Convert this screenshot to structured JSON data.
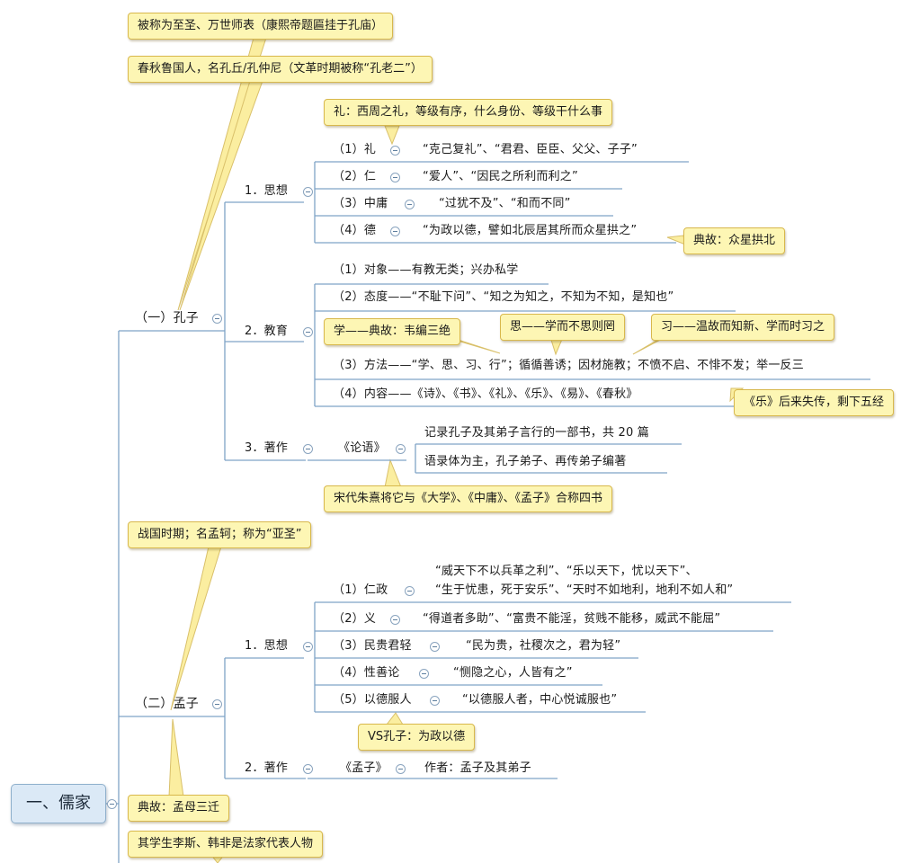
{
  "root": {
    "label": "一、儒家"
  },
  "kongzi": {
    "label": "（一）孔子",
    "notes": [
      "被称为至圣、万世师表（康熙帝题匾挂于孔庙）",
      "春秋鲁国人，名孔丘/孔仲尼（文革时期被称“孔老二”）"
    ],
    "sixiang": {
      "label": "1．思想",
      "note": "礼：西周之礼，等级有序，什么身份、等级干什么事",
      "items": [
        {
          "label": "（1）礼",
          "quote": "“克己复礼”、“君君、臣臣、父父、子子”"
        },
        {
          "label": "（2）仁",
          "quote": "“爱人”、“因民之所利而利之”"
        },
        {
          "label": "（3）中庸",
          "quote": "“过犹不及”、“和而不同”"
        },
        {
          "label": "（4）德",
          "quote": "“为政以德，譬如北辰居其所而众星拱之”"
        }
      ],
      "de_note": "典故：众星拱北"
    },
    "jiaoyu": {
      "label": "2．教育",
      "items": [
        "（1）对象——有教无类；兴办私学",
        "（2）态度——“不耻下问”、“知之为知之，不知为不知，是知也”",
        "（3）方法——“学、思、习、行”；循循善诱；因材施教；不愤不启、不悱不发；举一反三",
        "（4）内容——《诗》、《书》、《礼》、《乐》、《易》、《春秋》"
      ],
      "notes": {
        "xue": "学——典故：韦编三绝",
        "si": "思——学而不思则罔",
        "xi": "习——温故而知新、学而时习之",
        "yue": "《乐》后来失传，剩下五经"
      }
    },
    "zhuzuo": {
      "label": "3．著作",
      "book": "《论语》",
      "items": [
        "记录孔子及其弟子言行的一部书，共 20 篇",
        "语录体为主，孔子弟子、再传弟子编著"
      ],
      "note": "宋代朱熹将它与《大学》、《中庸》、《孟子》合称四书"
    }
  },
  "mengzi": {
    "label": "（二）孟子",
    "note_top": "战国时期；名孟轲；称为“亚圣”",
    "note_story": "典故：孟母三迁",
    "sixiang": {
      "label": "1．思想",
      "items": [
        {
          "label": "（1）仁政",
          "quote_line1": "“威天下不以兵革之利”、“乐以天下，忧以天下”、",
          "quote_line2": "“生于忧患，死于安乐”、“天时不如地利，地利不如人和”"
        },
        {
          "label": "（2）义",
          "quote": "“得道者多助”、“富贵不能淫，贫贱不能移，威武不能屈”"
        },
        {
          "label": "（3）民贵君轻",
          "quote": "“民为贵，社稷次之，君为轻”"
        },
        {
          "label": "（4）性善论",
          "quote": "“恻隐之心，人皆有之”"
        },
        {
          "label": "（5）以德服人",
          "quote": "“以德服人者，中心悦诚服也”"
        }
      ],
      "vs_note": "VS孔子：为政以德"
    },
    "zhuzuo": {
      "label": "2．著作",
      "book": "《孟子》",
      "author": "作者：孟子及其弟子"
    }
  },
  "xunzi_note": "其学生李斯、韩非是法家代表人物",
  "colors": {
    "line": "#7fa3c6",
    "note_bg": "#fdf6b4",
    "note_border": "#d8b84c",
    "root_bg": "#dbe9f6"
  }
}
